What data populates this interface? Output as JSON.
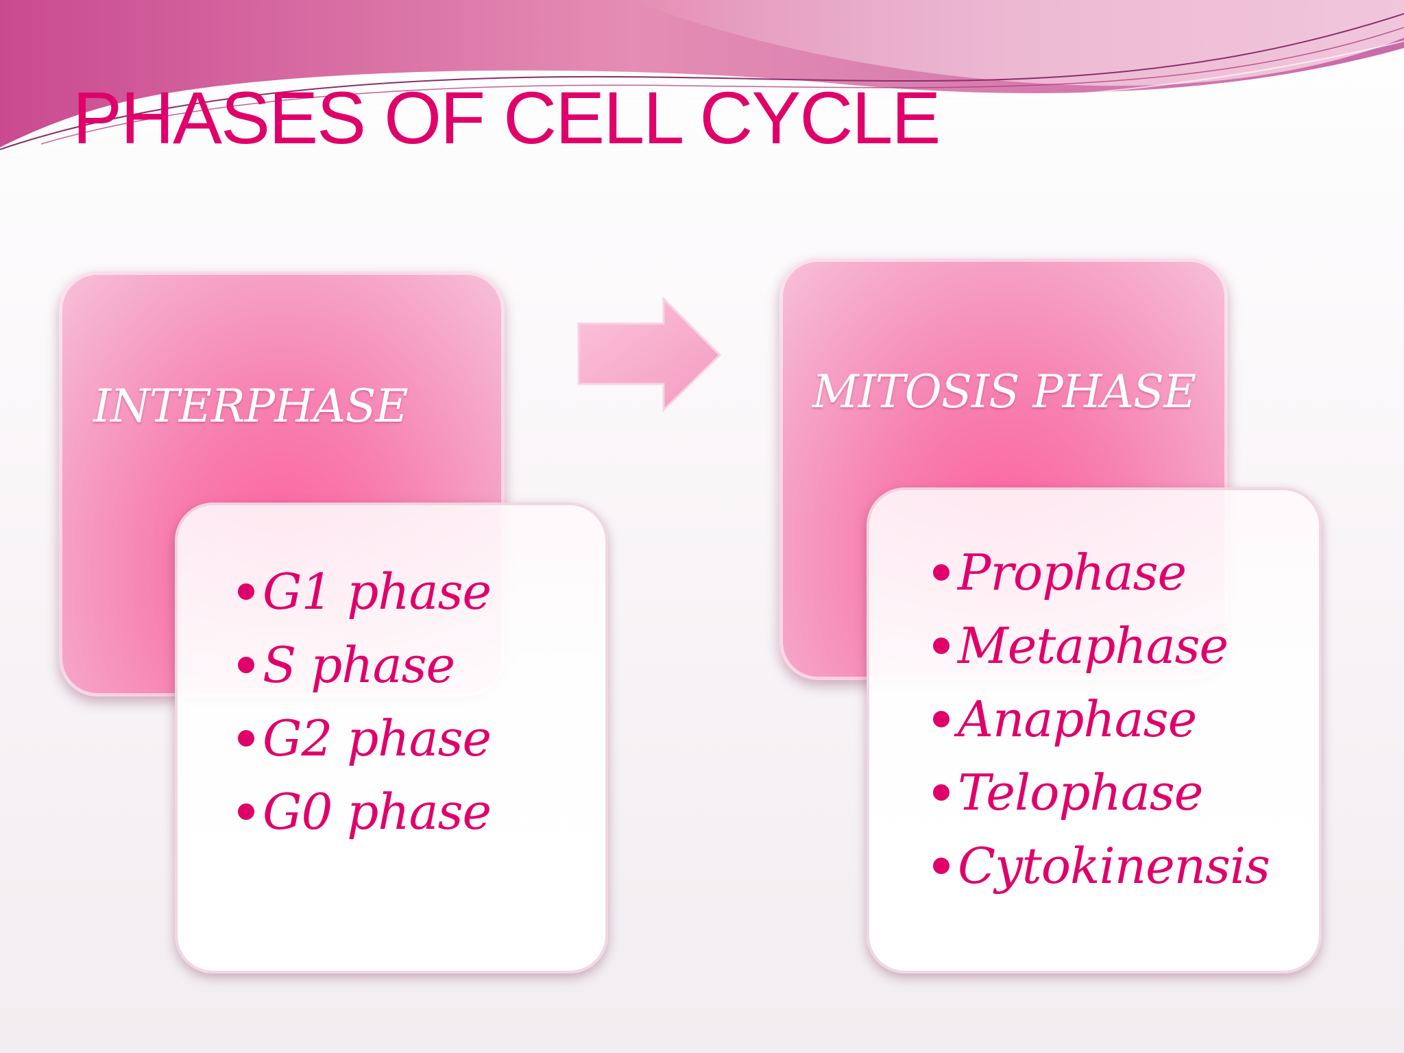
{
  "title": "PHASES OF CELL CYCLE",
  "interphase": {
    "label": "INTERPHASE",
    "items": [
      "G1 phase",
      "S phase",
      "G2 phase",
      "G0 phase"
    ]
  },
  "mitosis": {
    "label": "MITOSIS PHASE",
    "items": [
      "Prophase",
      "Metaphase",
      "Anaphase",
      "Telophase",
      "Cytokinensis"
    ]
  },
  "colors": {
    "accent": "#e0006a",
    "card_pink": "#f77fb0",
    "card_white": "#ffffff",
    "arrow": "#f7a8c8"
  },
  "icons": {
    "connector": "right-arrow-icon",
    "bullet": "bullet-dot-icon"
  }
}
